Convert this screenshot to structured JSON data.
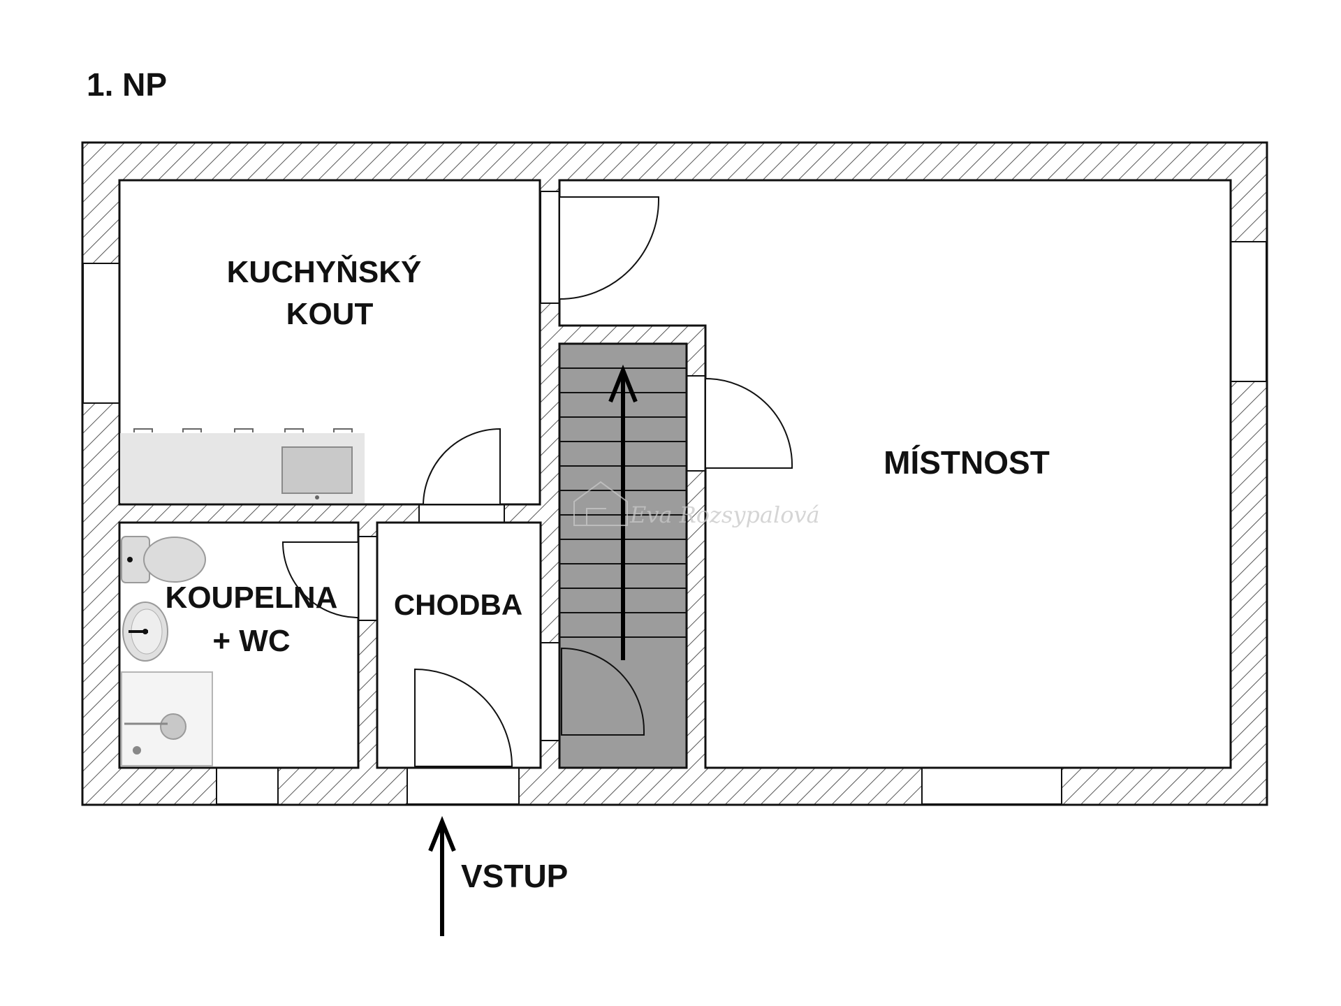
{
  "floor": {
    "label": "1. NP"
  },
  "rooms": {
    "kitchen": {
      "line1": "KUCHYŇSKÝ",
      "line2": "KOUT"
    },
    "main_room": {
      "label": "MÍSTNOST"
    },
    "bathroom": {
      "line1": "KOUPELNA",
      "line2": "+ WC"
    },
    "hallway": {
      "label": "CHODBA"
    }
  },
  "entrance": {
    "label": "VSTUP"
  },
  "watermark": {
    "text": "Eva Rozsypalová"
  },
  "colors": {
    "wall_hatch": "#555555",
    "wall_outline": "#111111",
    "stairs": "#9c9c9c",
    "fixtures": "#dcdcdc",
    "text": "#111111"
  }
}
